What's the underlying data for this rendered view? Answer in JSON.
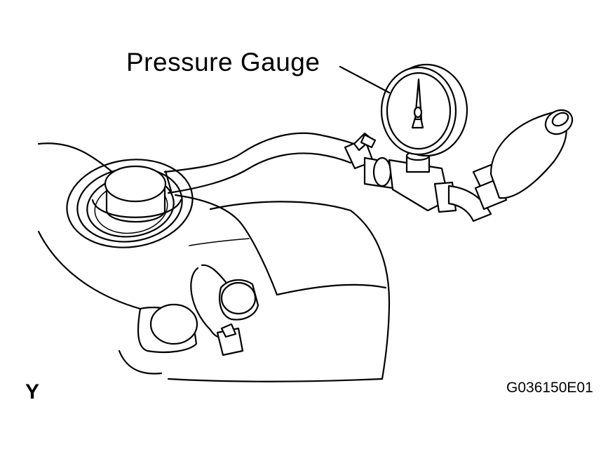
{
  "callout": {
    "label": "Pressure Gauge"
  },
  "view": {
    "letter": "Y"
  },
  "figure": {
    "id": "G036150E01"
  }
}
